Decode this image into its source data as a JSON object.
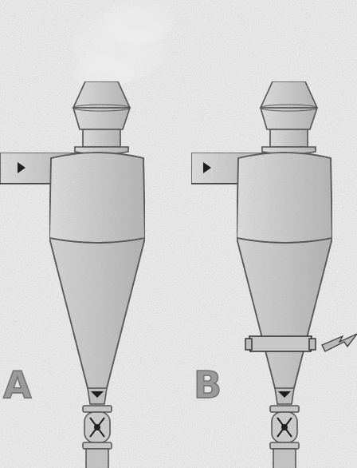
{
  "panels": [
    {
      "letter": "A",
      "has_band": false,
      "smoke": true
    },
    {
      "letter": "B",
      "has_band": true,
      "smoke": false
    }
  ],
  "icons": {
    "inlet": "right-pointing-triangle",
    "discharge": "down-pointing-triangle",
    "valve": "butterfly-valve",
    "callout": "arrow-pointing-to-band"
  },
  "colors": {
    "background": "#f4f4f4",
    "metal": "#cfcfcf",
    "outline": "#2e2e2e",
    "letter_fill": "#9a9a9a"
  }
}
